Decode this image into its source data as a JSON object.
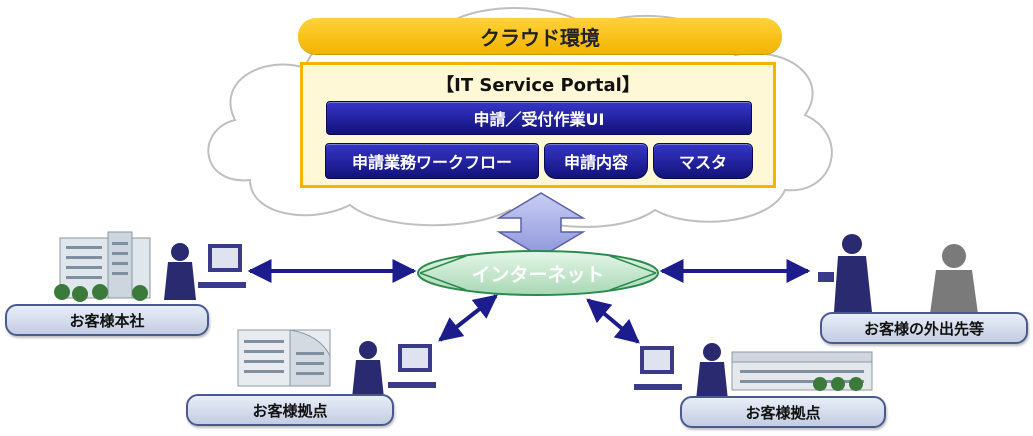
{
  "cloud": {
    "label": "クラウド環境"
  },
  "portal": {
    "title": "【IT Service Portal】",
    "ui_bar": "申請／受付作業UI",
    "modules": [
      "申請業務ワークフロー",
      "申請内容",
      "マスタ"
    ]
  },
  "network": {
    "label": "インターネット"
  },
  "sites": {
    "hq": "お客様本社",
    "branch_left": "お客様拠点",
    "branch_right": "お客様拠点",
    "mobile": "お客様の外出先等"
  },
  "colors": {
    "accent_yellow": "#f4b400",
    "bar_blue": "#1a1a9a",
    "arrow_navy": "#1c1c8c",
    "internet_green": "#bfe6c9"
  }
}
